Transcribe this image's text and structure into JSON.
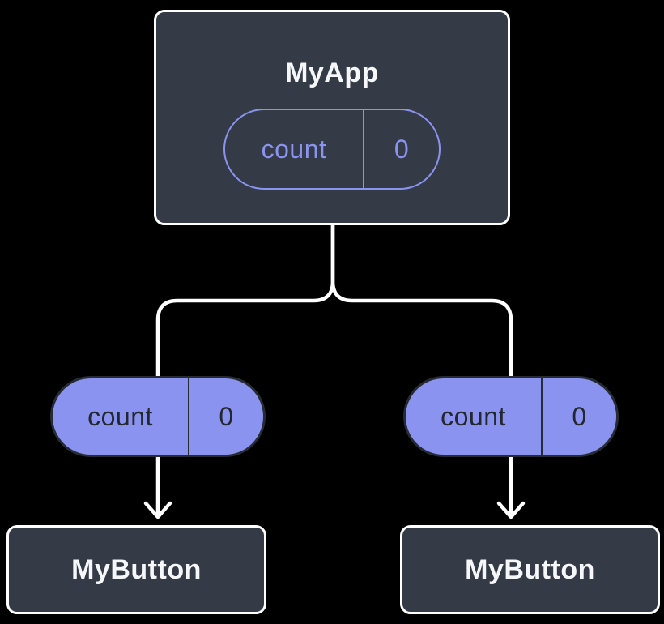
{
  "colors": {
    "background": "#000000",
    "node_fill": "#343A46",
    "node_border": "#FFFFFF",
    "node_text": "#F6F7F9",
    "pill_fill": "#8B93F0",
    "pill_outline": "#8A93EF",
    "pill_dark_text": "#23272F",
    "connector": "#FFFFFF"
  },
  "diagram": {
    "root": {
      "title": "MyApp",
      "state": {
        "name": "count",
        "value": "0"
      }
    },
    "children": [
      {
        "title": "MyButton",
        "prop": {
          "name": "count",
          "value": "0"
        }
      },
      {
        "title": "MyButton",
        "prop": {
          "name": "count",
          "value": "0"
        }
      }
    ]
  }
}
